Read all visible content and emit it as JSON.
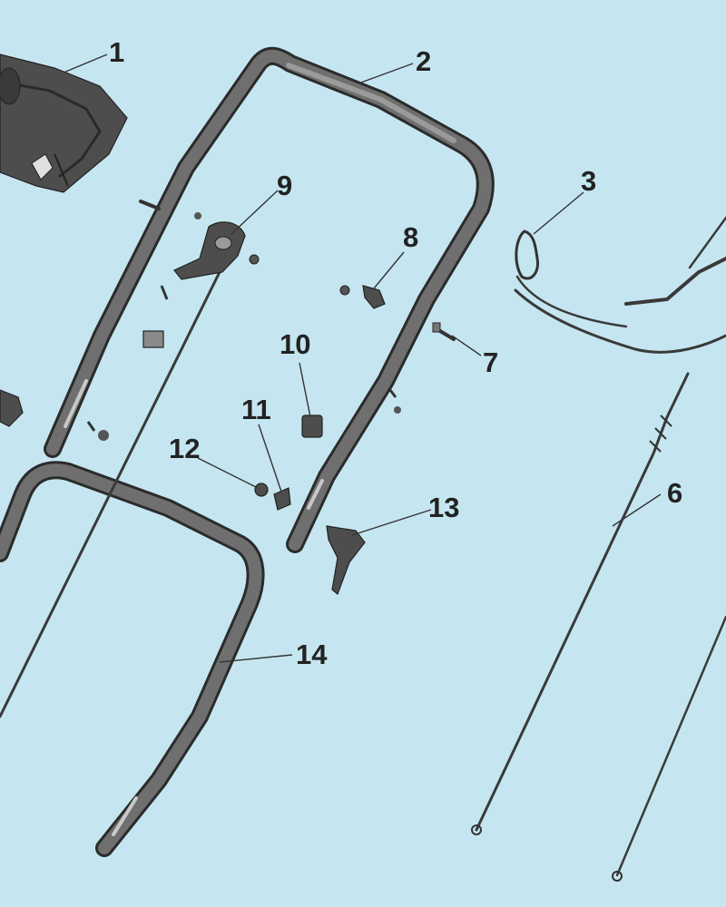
{
  "callouts": {
    "c1": "1",
    "c2": "2",
    "c3": "3",
    "c6": "6",
    "c7": "7",
    "c8": "8",
    "c9": "9",
    "c10": "10",
    "c11": "11",
    "c12": "12",
    "c13": "13",
    "c14": "14"
  },
  "colors": {
    "background": "#c5e6f0",
    "part_dark": "#4d4d4d",
    "tube_highlight": "#9a9a9a"
  }
}
